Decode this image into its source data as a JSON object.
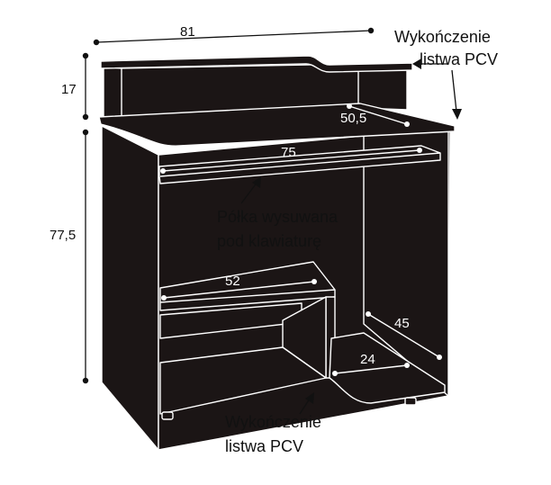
{
  "dimensions": {
    "width_top": "81",
    "height_hutch": "17",
    "height_desk": "77,5",
    "hutch_depth": "50,5",
    "keyboard_width": "75",
    "lower_shelf_width": "52",
    "side_depth": "45",
    "bottom_shelf_depth": "24"
  },
  "labels": {
    "top_finish": [
      "Wykończenie",
      "listwa PCV"
    ],
    "keyboard_shelf": [
      "Półka wysuwana",
      "pod klawiaturę"
    ],
    "bottom_finish": [
      "Wykończenie",
      "listwa PCV"
    ]
  },
  "colors": {
    "furniture": "#1b1515",
    "edge": "#ffffff",
    "annotation": "#111111"
  }
}
